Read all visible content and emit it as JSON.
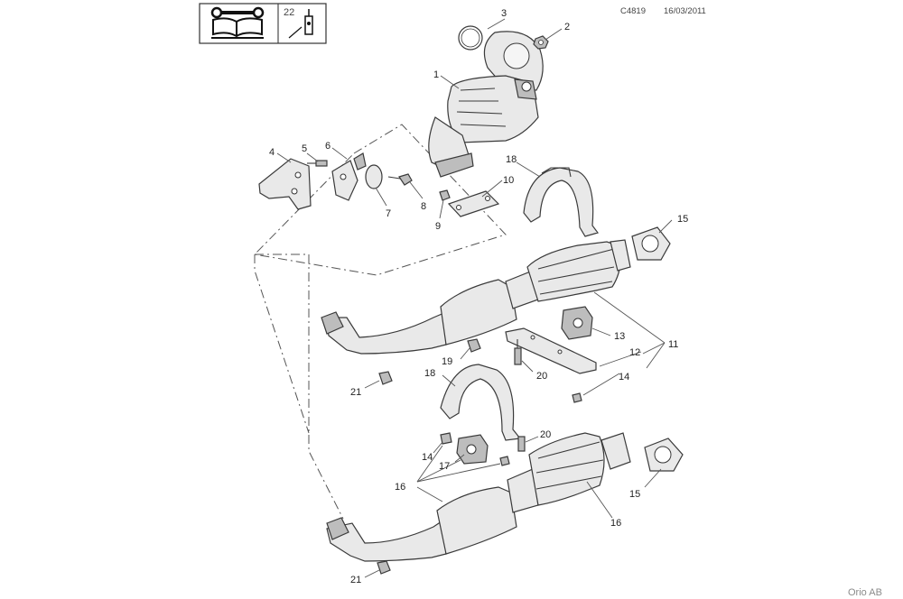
{
  "header": {
    "doc_code": "C4819",
    "date": "16/03/2011",
    "section_number": "22"
  },
  "footer": {
    "brand": "Orio AB"
  },
  "icons": {
    "manual": "book-wrench-icon",
    "section": "exhaust-tool-icon"
  },
  "callouts": {
    "c1": "1",
    "c2": "2",
    "c3": "3",
    "c4": "4",
    "c5": "5",
    "c6": "6",
    "c7": "7",
    "c8": "8",
    "c9": "9",
    "c10": "10",
    "c11": "11",
    "c12": "12",
    "c13": "13",
    "c14a": "14",
    "c15a": "15",
    "c18a": "18",
    "c19": "19",
    "c20a": "20",
    "c21a": "21",
    "c18b": "18",
    "c20b": "20",
    "c14b": "14",
    "c17": "17",
    "c16a": "16",
    "c15b": "15",
    "c16b": "16",
    "c21b": "21"
  }
}
